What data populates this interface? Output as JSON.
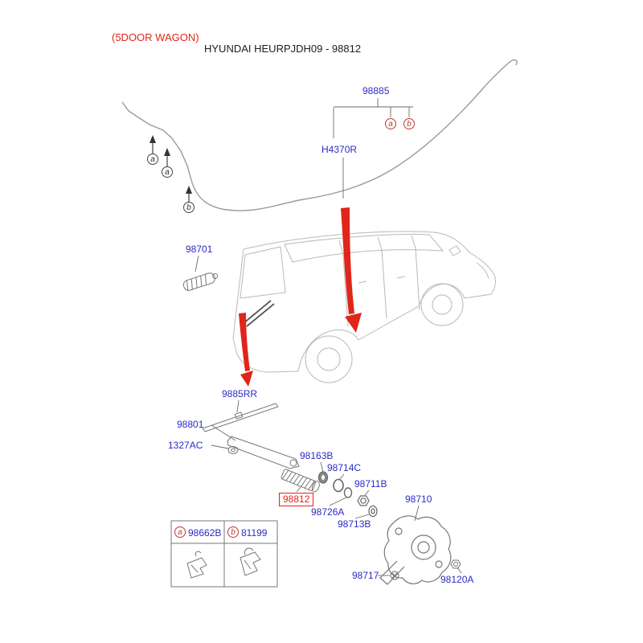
{
  "titles": {
    "variant": "(5DOOR WAGON)",
    "main": "HYUNDAI HEURPJDH09 - 98812"
  },
  "labels": {
    "p98885": "98885",
    "h4370r": "H4370R",
    "p98701": "98701",
    "p9885rr": "9885RR",
    "p98801": "98801",
    "p1327ac": "1327AC",
    "p98163b": "98163B",
    "p98714c": "98714C",
    "p98711b": "98711B",
    "p98812": "98812",
    "p98726a": "98726A",
    "p98710": "98710",
    "p98713b": "98713B",
    "p98717": "98717",
    "p98120a": "98120A"
  },
  "callouts": {
    "a": "a",
    "b": "b"
  },
  "legend": {
    "item_a": "98662B",
    "item_b": "81199"
  },
  "colors": {
    "label_blue": "#2b2bc4",
    "highlight_red": "#e0251a",
    "sketch_gray": "#b5b5b5",
    "part_gray": "#777777"
  }
}
